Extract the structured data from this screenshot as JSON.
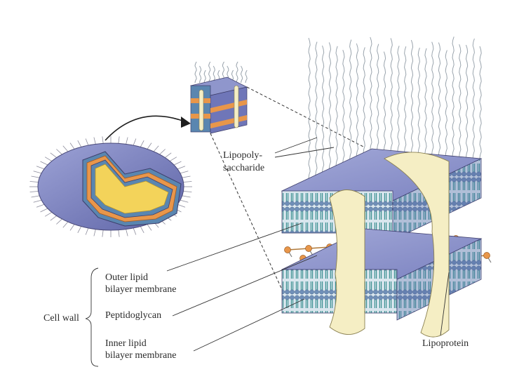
{
  "labels": {
    "lipopolysaccharide_line1": "Lipopoly-",
    "lipopolysaccharide_line2": "saccharide",
    "outer_line1": "Outer lipid",
    "outer_line2": "bilayer membrane",
    "peptidoglycan": "Peptidoglycan",
    "inner_line1": "Inner lipid",
    "inner_line2": "bilayer membrane",
    "cell_wall": "Cell wall",
    "lipoprotein": "Lipoprotein"
  },
  "colors": {
    "membrane_top": "#8f96cc",
    "membrane_side": "#6f76b8",
    "lipid_head": "#6f8fb8",
    "lipid_tail": "#2f8a8a",
    "peptidoglycan": "#e8964a",
    "lipoprotein": "#f5eec4",
    "cytoplasm": "#f3d35a",
    "outline": "#4a4a6a",
    "fiber": "#9aa4ad"
  }
}
